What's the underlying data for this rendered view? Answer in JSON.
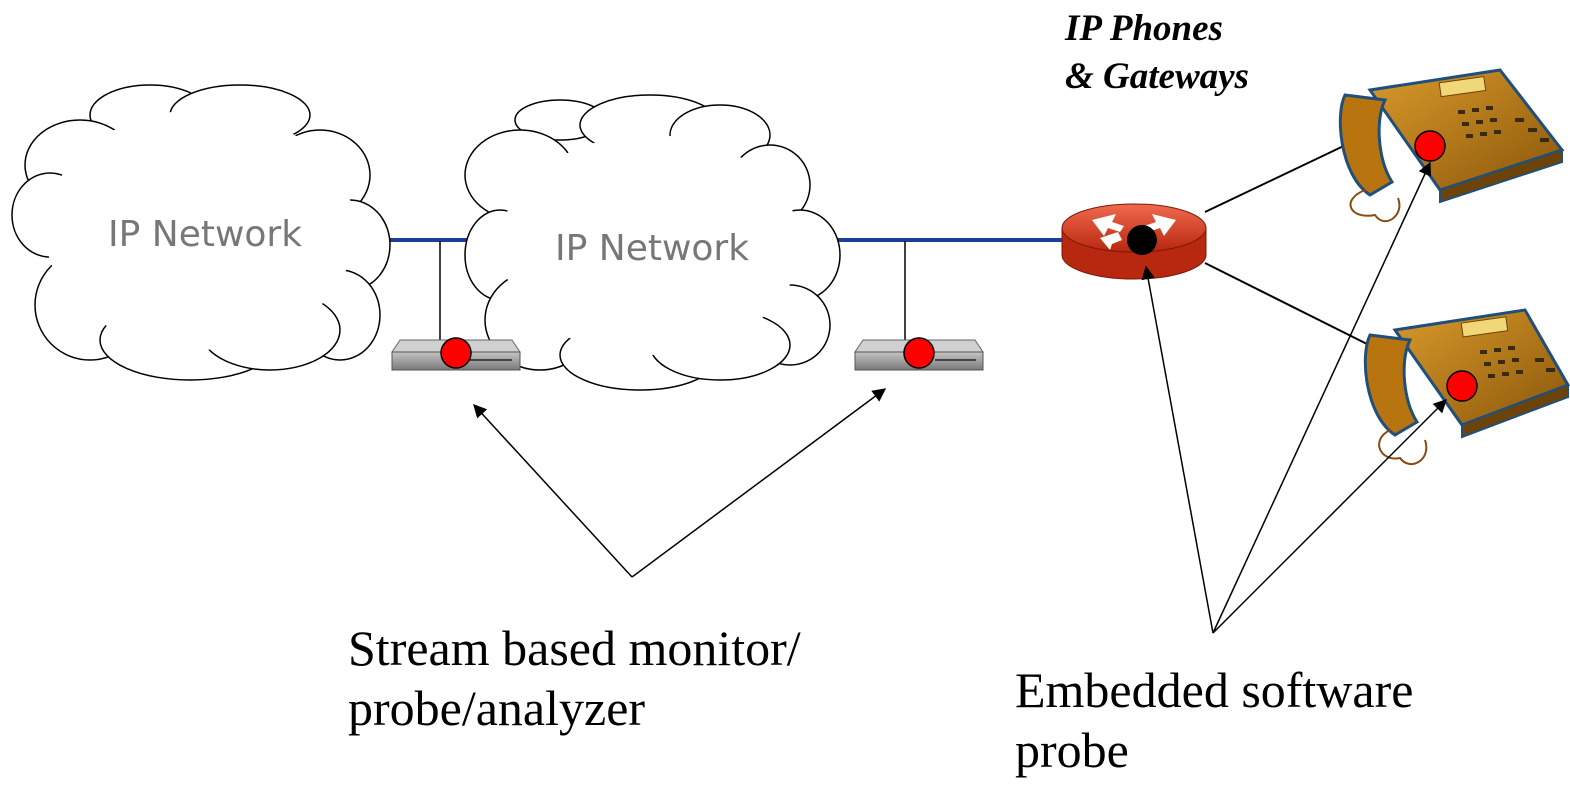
{
  "clouds": [
    {
      "label": "IP Network"
    },
    {
      "label": "IP Network"
    }
  ],
  "phones_title": {
    "line1": "IP Phones",
    "line2": "& Gateways"
  },
  "captions": {
    "stream_probe": {
      "line1": "Stream based monitor/",
      "line2": "probe/analyzer"
    },
    "embedded_probe": {
      "line1": "Embedded software",
      "line2": "probe"
    }
  },
  "colors": {
    "link": "#1c3e94",
    "probe_dot": "#ff0000",
    "router": "#d8341a",
    "router_dot": "#000000",
    "phone": "#b8740f",
    "phone_edge": "#1f4f7a",
    "appliance": "#9a9a9a"
  }
}
